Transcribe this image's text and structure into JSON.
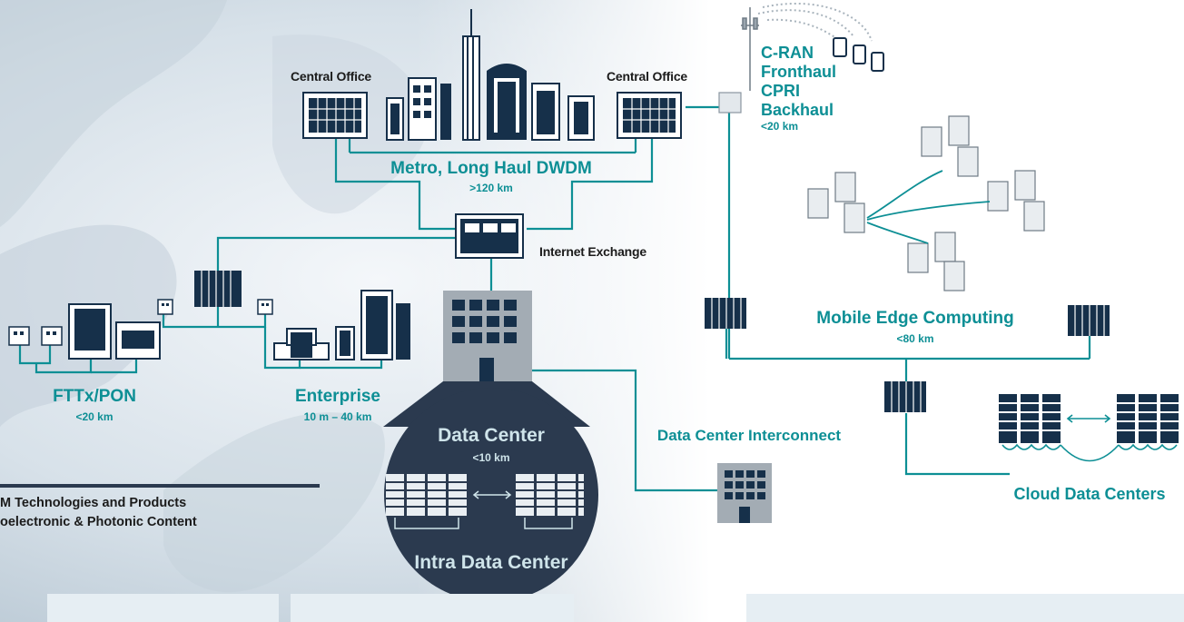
{
  "labels": {
    "central_office_left": "Central Office",
    "central_office_right": "Central Office",
    "metro": "Metro, Long Haul DWDM",
    "metro_dist": ">120 km",
    "internet_exchange": "Internet Exchange",
    "cran": "C-RAN",
    "fronthaul": "Fronthaul",
    "cpri": "CPRI",
    "backhaul": "Backhaul",
    "cran_dist": "<20 km",
    "mec": "Mobile Edge Computing",
    "mec_dist": "<80 km",
    "fttx": "FTTx/PON",
    "fttx_dist": "<20 km",
    "enterprise": "Enterprise",
    "enterprise_dist": "10 m – 40 km",
    "data_center": "Data Center",
    "data_center_dist": "<10 km",
    "intra_data_center": "Intra Data Center",
    "dci": "Data Center Interconnect",
    "cloud": "Cloud Data Centers"
  },
  "legend": {
    "line1": "M Technologies and Products",
    "line2": "oelectronic & Photonic Content"
  },
  "colors": {
    "teal": "#0d8f95",
    "navy": "#2b3a4f",
    "building": "#16304a",
    "dc_circle": "#2b3a4f",
    "legend_bar": "#2b3a4f"
  },
  "icons": [
    "cell-tower-icon",
    "smartphone-icon",
    "server-icon",
    "building-icon",
    "rack-icon"
  ]
}
